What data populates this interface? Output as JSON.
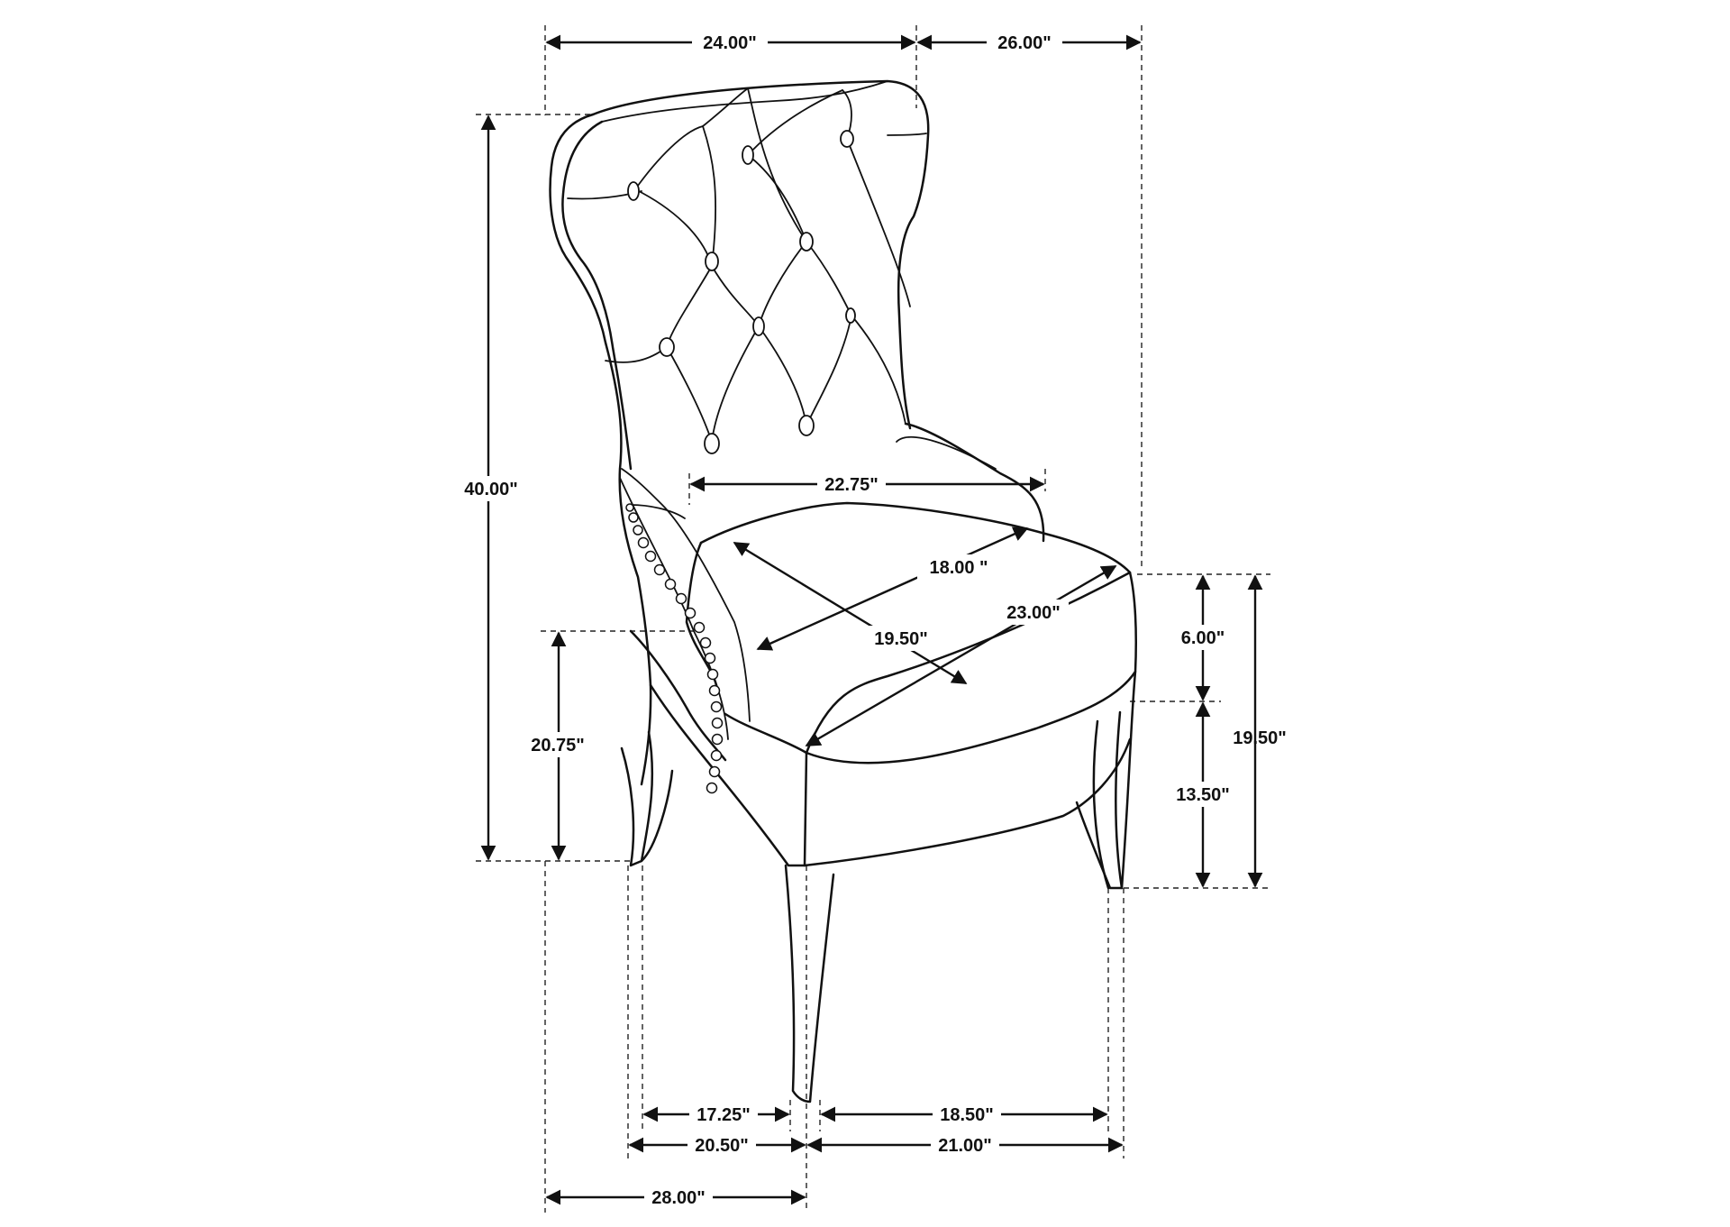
{
  "dimensions": {
    "top_width": "24.00\"",
    "top_depth": "26.00\"",
    "overall_height": "40.00\"",
    "seat_width_back": "22.75\"",
    "seat_depth_diag": "18.00 \"",
    "seat_diag_a": "19.50\"",
    "seat_front_diag": "23.00\"",
    "cushion_height": "6.00\"",
    "leg_height": "13.50\"",
    "seat_height": "19.50\"",
    "arm_height": "20.75\"",
    "leg_span_a": "17.25\"",
    "leg_span_b": "18.50\"",
    "base_span_a": "20.50\"",
    "base_span_b": "21.00\"",
    "base_total": "28.00\""
  }
}
